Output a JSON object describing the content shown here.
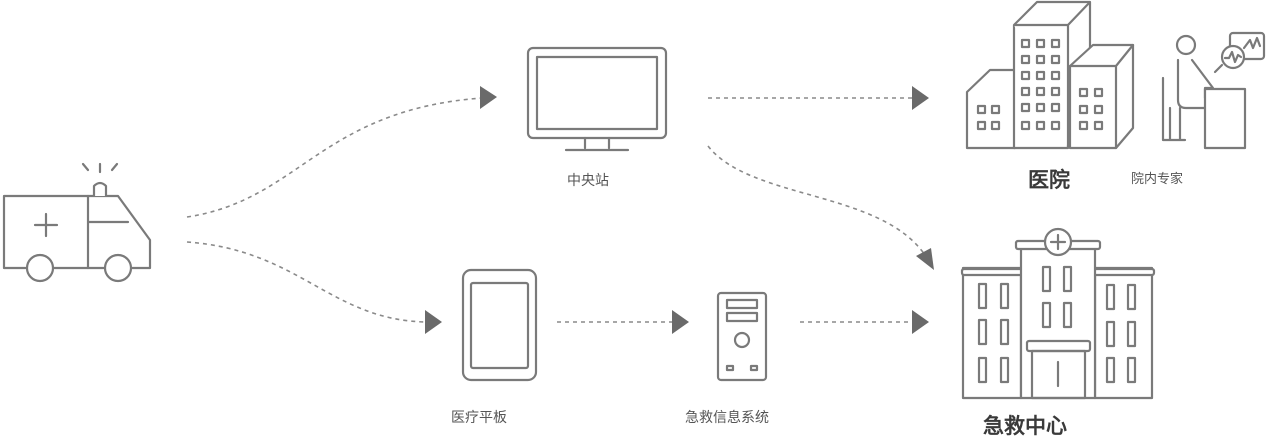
{
  "nodes": {
    "central_station": "中央站",
    "hospital": "医院",
    "hospital_experts": "院内专家",
    "medical_tablet": "医疗平板",
    "emergency_info_system": "急救信息系统",
    "emergency_center": "急救中心"
  },
  "colors": {
    "stroke": "#7a7a7a",
    "arrow": "#6a6a6a",
    "text": "#555555"
  }
}
